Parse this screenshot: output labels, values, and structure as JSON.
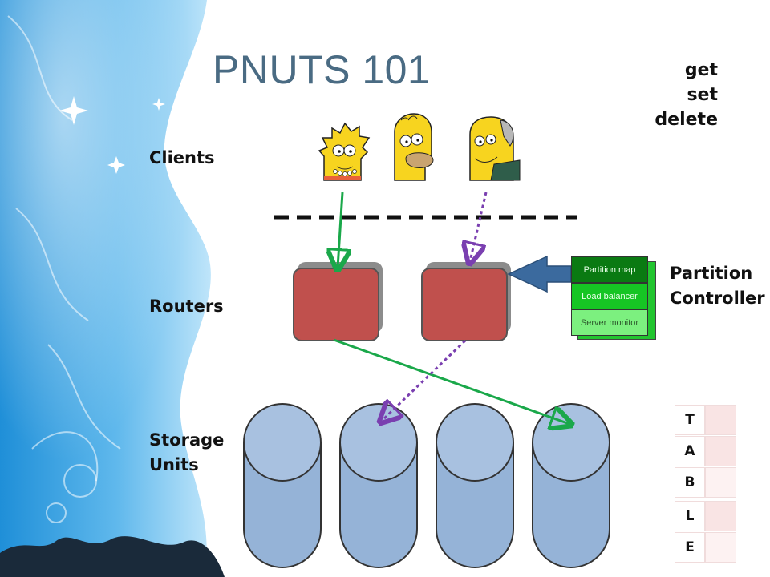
{
  "slide": {
    "title": "PNUTS 101",
    "operations": [
      "get",
      "set",
      "delete"
    ],
    "labels": {
      "clients": "Clients",
      "routers": "Routers",
      "storage_line1": "Storage",
      "storage_line2": "Units",
      "controller_line1": "Partition",
      "controller_line2": "Controller"
    },
    "controller_components": [
      "Partition map",
      "Load balancer",
      "Server monitor"
    ],
    "table_letters": [
      "T",
      "A",
      "B",
      "L",
      "E"
    ]
  },
  "colors": {
    "title": "#4a6b83",
    "router_fill": "#c0504d",
    "storage_fill": "#95b3d7",
    "arrow_green": "#1aa84a",
    "arrow_purple": "#7a3fb0",
    "controller_arrow": "#3b6a9e"
  }
}
